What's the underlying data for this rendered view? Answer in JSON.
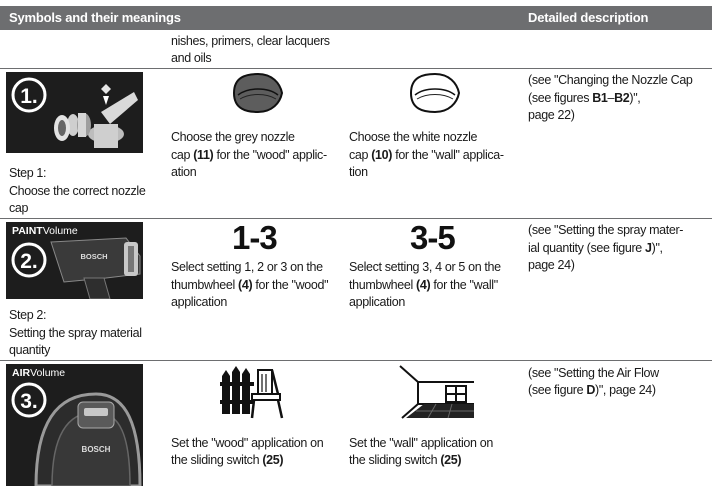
{
  "header": {
    "left": "Symbols and their meanings",
    "right": "Detailed description"
  },
  "top_continuation": {
    "line1": "nishes, primers, clear lacquers",
    "line2": "and oils"
  },
  "rows": [
    {
      "step_number": "1.",
      "step_label": [
        "Step 1:",
        "Choose the correct nozzle",
        "cap"
      ],
      "col_a": {
        "lines": [
          "Choose the grey nozzle",
          "cap (11) for the \"wood\" applic-",
          "ation"
        ],
        "icon": "grey-nozzle-cap-icon"
      },
      "col_b": {
        "lines": [
          "Choose the white nozzle",
          "cap (10) for the \"wall\" applica-",
          "tion"
        ],
        "icon": "white-nozzle-cap-icon"
      },
      "description": [
        "(see \"Changing the Nozzle Cap",
        "(see figures B1–B2)\",",
        "page 22)"
      ]
    },
    {
      "step_number": "2.",
      "photo_brand": "PAINTVolume",
      "step_label": [
        "Step 2:",
        "Setting the spray material",
        "quantity"
      ],
      "col_a": {
        "big": "1-3",
        "lines": [
          "Select setting 1, 2 or 3 on the",
          "thumbwheel (4) for the \"wood\"",
          "application"
        ]
      },
      "col_b": {
        "big": "3-5",
        "lines": [
          "Select setting 3, 4 or 5 on the",
          "thumbwheel (4) for the \"wall\"",
          "application"
        ]
      },
      "description": [
        "(see \"Setting the spray mater-",
        "ial quantity (see figure J)\",",
        "page 24)"
      ]
    },
    {
      "step_number": "3.",
      "photo_brand": "AIRVolume",
      "col_a": {
        "lines": [
          "Set the \"wood\" application on",
          "the sliding switch (25)"
        ],
        "icon": "wood-fence-chair-icon"
      },
      "col_b": {
        "lines": [
          "Set the \"wall\" application on",
          "the sliding switch (25)"
        ],
        "icon": "room-wall-window-icon"
      },
      "description": [
        "(see \"Setting the Air Flow",
        "(see figure D)\", page 24)"
      ]
    }
  ],
  "colors": {
    "header_bg": "#6d6e70",
    "photo_bg": "#1d1d1d"
  }
}
